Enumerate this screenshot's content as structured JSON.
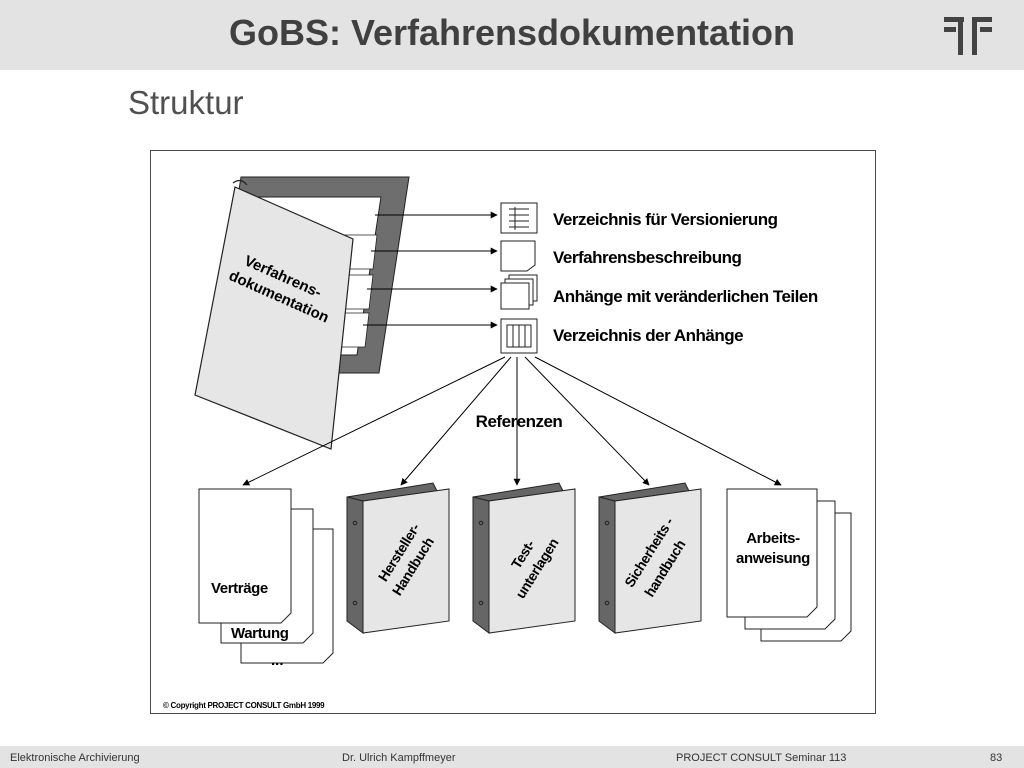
{
  "slide": {
    "title": "GoBS: Verfahrensdokumentation",
    "subtitle": "Struktur"
  },
  "diagram": {
    "folder_label_line1": "Verfahrens-",
    "folder_label_line2": "dokumentation",
    "sections": [
      "Verzeichnis für Versionierung",
      "Verfahrensbeschreibung",
      "Anhänge mit veränderlichen Teilen",
      "Verzeichnis der Anhänge"
    ],
    "references_label": "Referenzen",
    "doc_vertraege": "Verträge",
    "doc_wartung": "Wartung",
    "doc_more": "...",
    "binder1_line1": "Hersteller-",
    "binder1_line2": "Handbuch",
    "binder2_line1": "Test-",
    "binder2_line2": "unterlagen",
    "binder3_line1": "Sicherheits -",
    "binder3_line2": "handbuch",
    "arbeits_line1": "Arbeits-",
    "arbeits_line2": "anweisung",
    "copyright": "© Copyright PROJECT CONSULT GmbH 1999"
  },
  "footer": {
    "left": "Elektronische Archivierung",
    "center": "Dr. Ulrich Kampffmeyer",
    "right": "PROJECT CONSULT Seminar 113",
    "page": "83"
  },
  "colors": {
    "header_bg": "#e3e3e3",
    "title_text": "#404040",
    "binder_dark": "#666666",
    "paper_light": "#e6e6e6"
  }
}
